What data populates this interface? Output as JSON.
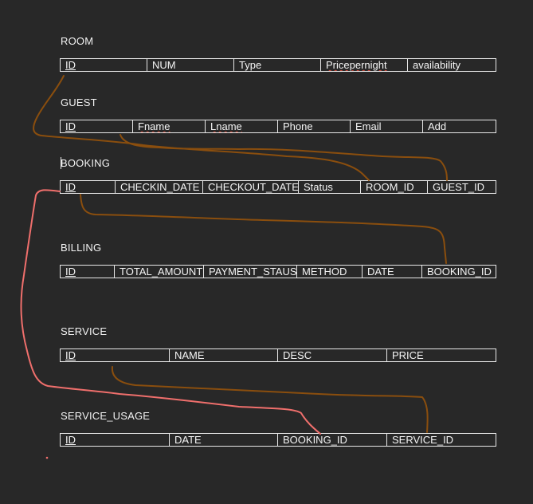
{
  "tables": {
    "room": {
      "name": "ROOM",
      "cols": [
        "ID",
        "NUM",
        "Type",
        "Pricepernight",
        "availability"
      ]
    },
    "guest": {
      "name": "GUEST",
      "cols": [
        "ID",
        "Fname",
        "Lname",
        "Phone",
        "Email",
        "Add"
      ]
    },
    "booking": {
      "name": "BOOKING",
      "cols": [
        "ID",
        "CHECKIN_DATE",
        "CHECKOUT_DATE",
        "Status",
        "ROOM_ID",
        "GUEST_ID"
      ]
    },
    "billing": {
      "name": "BILLING",
      "cols": [
        "ID",
        "TOTAL_AMOUNT",
        "PAYMENT_STAUS",
        "METHOD",
        "DATE",
        "BOOKING_ID"
      ]
    },
    "service": {
      "name": "SERVICE",
      "cols": [
        "ID",
        "NAME",
        "DESC",
        "PRICE"
      ]
    },
    "service_usage": {
      "name": "SERVICE_USAGE",
      "cols": [
        "ID",
        "DATE",
        "BOOKING_ID",
        "SERVICE_ID"
      ]
    }
  },
  "colors": {
    "background": "#282828",
    "link_brown": "#8a4e0e",
    "link_red": "#ef6f6c",
    "spellcheck": "#d44a3a"
  }
}
